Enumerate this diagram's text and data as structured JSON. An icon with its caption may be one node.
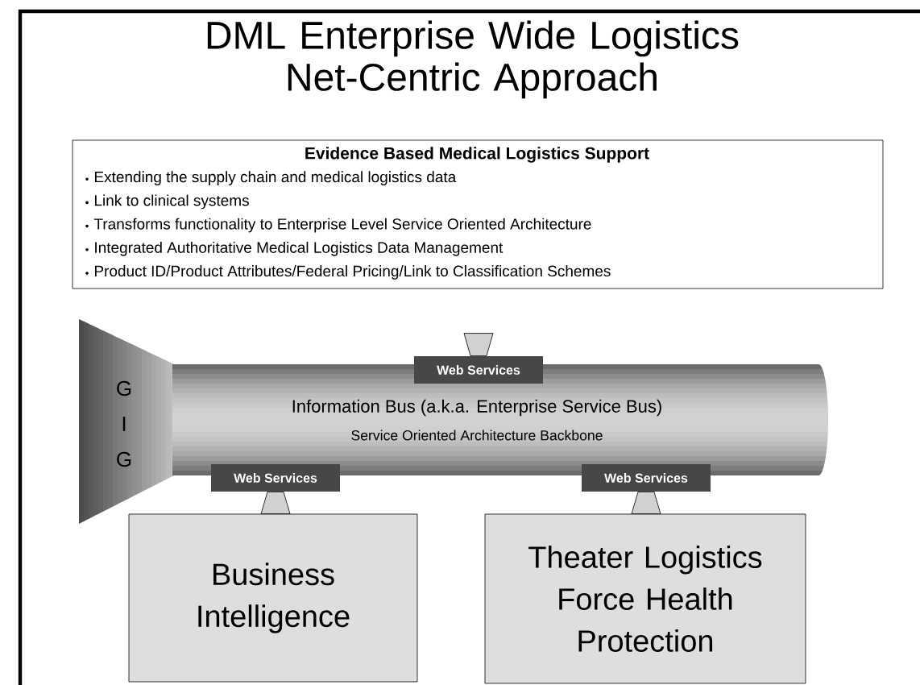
{
  "diagram": {
    "title": "DML Enterprise Wide Logistics Net-Centric Approach",
    "nodes": [
      {
        "text": [
          "Evidence Based Medical Logistics Support",
          "Extending the supply chain and medical logistics data",
          "Link to clinical systems",
          "Transforms functionality to Enterprise Level Service Oriented Architecture",
          "Integrated Authoritative Medical Logistics Data Management",
          "Product ID/Product Attributes/Federal Pricing/Link to Classification Schemes"
        ]
      },
      {
        "text": [
          "G I G"
        ]
      },
      {
        "text": [
          "Information Bus (a.k.a. Enterprise Service Bus)",
          "Service Oriented Architecture Backbone"
        ]
      },
      {
        "text": [
          "Web Services"
        ]
      },
      {
        "text": [
          "Web Services"
        ]
      },
      {
        "text": [
          "Web Services"
        ]
      },
      {
        "text": [
          "Business Intelligence"
        ]
      },
      {
        "text": [
          "Theater Logistics Force Health Protection"
        ]
      }
    ],
    "edges": [
      {
        "from": 4,
        "to": 6,
        "arrow": "none"
      },
      {
        "from": 5,
        "to": 7,
        "arrow": "none"
      },
      {
        "from": null,
        "to": 3,
        "arrow": "none"
      }
    ]
  }
}
